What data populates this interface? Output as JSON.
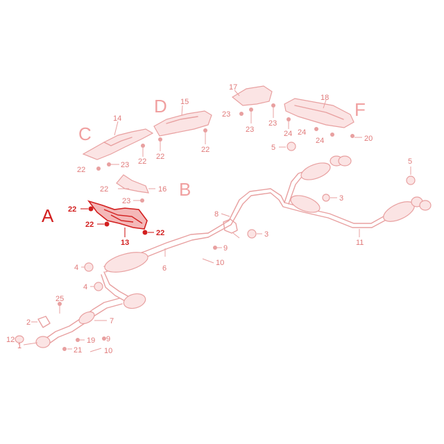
{
  "colors": {
    "highlight": "#d21f1f",
    "faded": "#e8a0a0",
    "background": "#ffffff"
  },
  "section_letters": [
    "A",
    "B",
    "C",
    "D",
    "F"
  ],
  "highlighted_section": "A",
  "labels": {
    "l_22_a": "22",
    "l_22_b": "22",
    "l_22_c": "22",
    "l_13": "13",
    "l_14": "14",
    "l_22_d": "22",
    "l_23_a": "23",
    "l_22_e": "22",
    "l_15": "15",
    "l_22_f": "22",
    "l_22_g": "22",
    "l_17": "17",
    "l_23_b": "23",
    "l_23_c": "23",
    "l_23_d": "23",
    "l_18": "18",
    "l_24_a": "24",
    "l_24_b": "24",
    "l_24_c": "24",
    "l_20": "20",
    "l_5_a": "5",
    "l_5_b": "5",
    "l_22_h": "22",
    "l_16": "16",
    "l_23_e": "23",
    "l_8": "8",
    "l_3_a": "3",
    "l_3_b": "3",
    "l_9_a": "9",
    "l_10_a": "10",
    "l_11": "11",
    "l_6": "6",
    "l_4_a": "4",
    "l_4_b": "4",
    "l_25": "25",
    "l_2": "2",
    "l_7": "7",
    "l_12": "12",
    "l_1": "1",
    "l_19": "19",
    "l_21": "21",
    "l_9_b": "9",
    "l_10_b": "10"
  }
}
